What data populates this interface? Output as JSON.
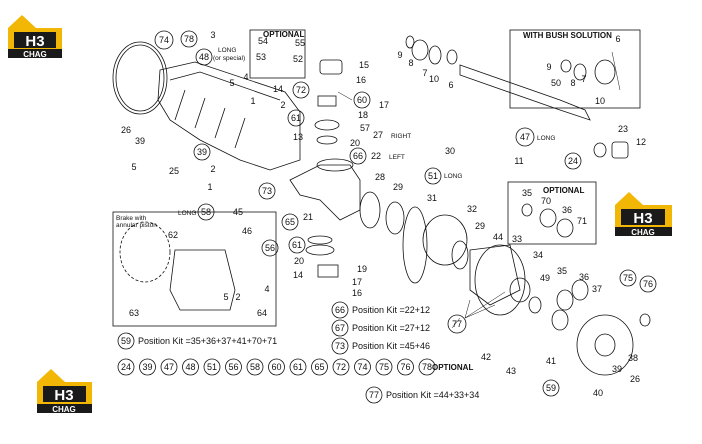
{
  "logo": {
    "text_big": "H3",
    "text_small": "CHAG"
  },
  "labels": {
    "optional_top": "OPTIONAL",
    "long_or_special": "LONG",
    "or_special": "(or special)",
    "with_bush": "WITH BUSH SOLUTION",
    "right": "RIGHT",
    "left": "LEFT",
    "long_30": "LONG",
    "long_47": "LONG",
    "long_58": "LONG",
    "optional_mid": "OPTIONAL",
    "brake_line1": "Brake with",
    "brake_line2": "annular piston",
    "optional_row": "OPTIONAL"
  },
  "kits": {
    "k1": "Position Kit =22+12",
    "k2": "Position Kit =27+12",
    "k3": "Position Kit =45+46",
    "k4": "Position Kit =35+36+37+41+70+71",
    "k5": "Position Kit =44+33+34"
  },
  "kit_numbers": {
    "k1": "66",
    "k2": "67",
    "k3": "73",
    "k4": "59",
    "k5": "77"
  },
  "optional_row_numbers": [
    "24",
    "39",
    "47",
    "48",
    "51",
    "56",
    "58",
    "60",
    "61",
    "65",
    "72",
    "74",
    "75",
    "76",
    "78"
  ],
  "circled": {
    "c74": "74",
    "c78": "78",
    "c48": "48",
    "c72": "72",
    "c60": "60",
    "c61": "61",
    "c66": "66",
    "c39": "39",
    "c73": "73",
    "c58": "58",
    "c65": "65",
    "c61b": "61",
    "c56": "56",
    "c51": "51",
    "c47": "47",
    "c24": "24",
    "c77": "77",
    "c59": "59",
    "c75": "75",
    "c76": "76"
  },
  "plain": {
    "p3": "3",
    "p54": "54",
    "p55": "55",
    "p53": "53",
    "p52": "52",
    "p15": "15",
    "p16": "16",
    "p17": "17",
    "p18": "18",
    "p57": "57",
    "p20": "20",
    "p13": "13",
    "p14": "14",
    "p2a": "2",
    "p1a": "1",
    "p4": "4",
    "p5a": "5",
    "p26": "26",
    "p39": "39",
    "p5b": "5",
    "p25": "25",
    "p2b": "2",
    "p1b": "1",
    "p45": "45",
    "p46": "46",
    "p21": "21",
    "p20b": "20",
    "p19": "19",
    "p14b": "14",
    "p17b": "17",
    "p16b": "16",
    "p27": "27",
    "p22": "22",
    "p30": "30",
    "p28": "28",
    "p29": "29",
    "p31": "31",
    "p32": "32",
    "p29b": "29",
    "p44": "44",
    "p33": "33",
    "p34": "34",
    "p49": "49",
    "p35": "35",
    "p36": "36",
    "p37": "37",
    "p9": "9",
    "p8": "8",
    "p7": "7",
    "p10": "10",
    "p6": "6",
    "p11": "11",
    "p23": "23",
    "p12": "12",
    "p6b": "6",
    "p9b": "9",
    "p50": "50",
    "p8b": "8",
    "p7b": "7",
    "p10b": "10",
    "p35b": "35",
    "p70": "70",
    "p36b": "36",
    "p71": "71",
    "p62": "62",
    "p63": "63",
    "p5c": "5",
    "p2c": "2",
    "p4b": "4",
    "p64": "64",
    "p42": "42",
    "p43": "43",
    "p41": "41",
    "p38": "38",
    "p39b": "39",
    "p26b": "26",
    "p40": "40"
  },
  "colors": {
    "line": "#111111",
    "logo_yellow": "#f2b705",
    "logo_dark": "#1a1a1a"
  }
}
